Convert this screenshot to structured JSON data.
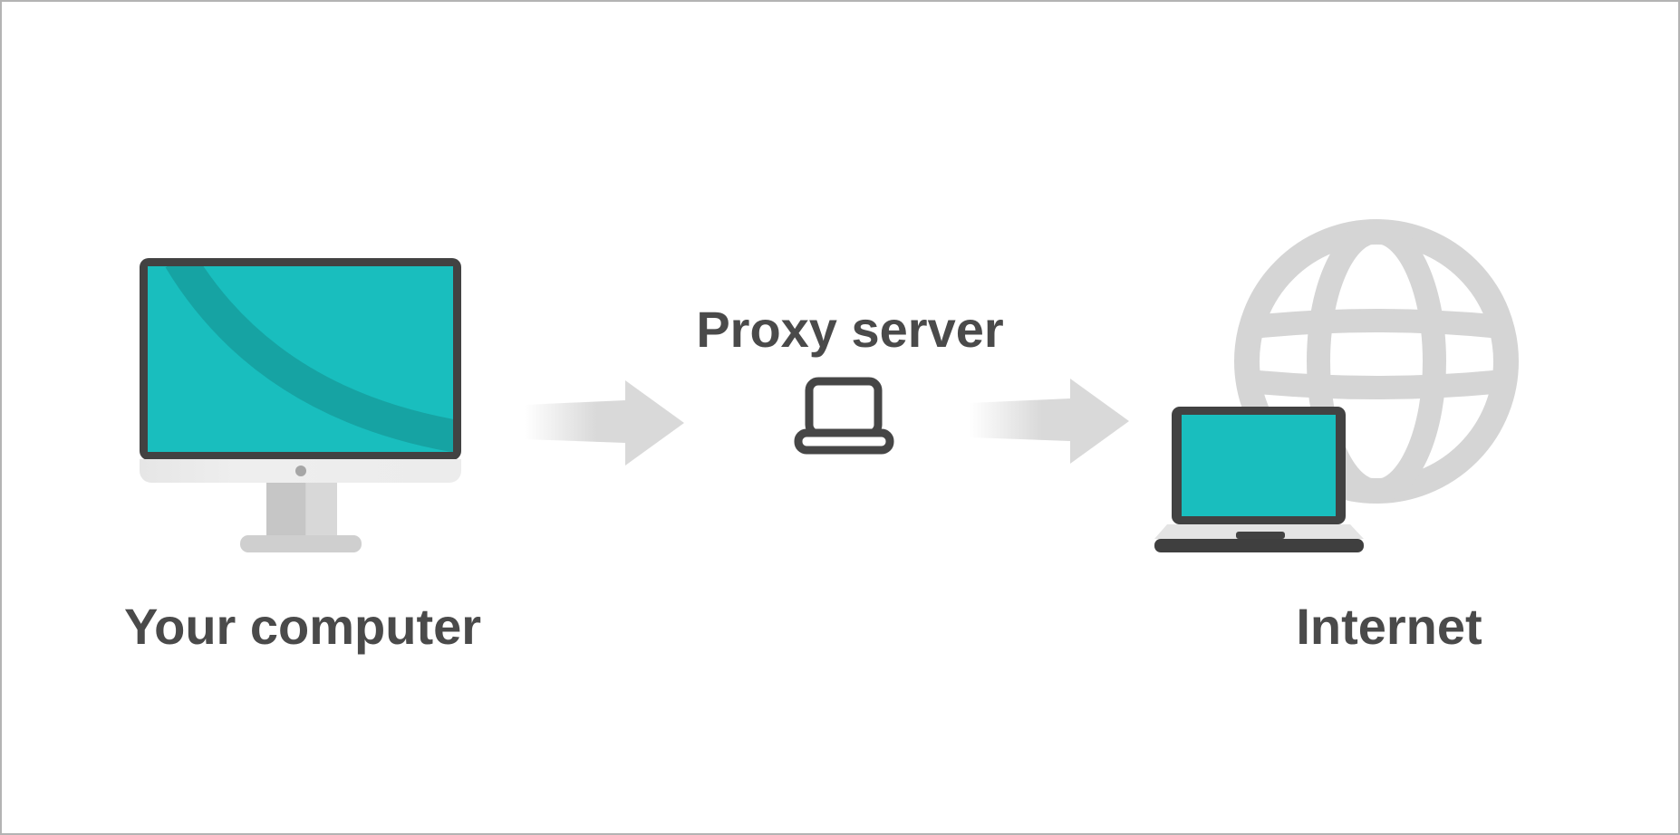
{
  "canvas": {
    "background": "#ffffff",
    "border_color": "#b3b3b3"
  },
  "diagram": {
    "type": "flow",
    "nodes": [
      {
        "id": "your-computer",
        "label": "Your computer",
        "icon": "desktop-computer-icon"
      },
      {
        "id": "proxy-server",
        "label": "Proxy server",
        "icon": "laptop-outline-icon"
      },
      {
        "id": "internet",
        "label": "Internet",
        "icon": "globe-with-laptop-icon"
      }
    ],
    "connections": [
      {
        "from": "your-computer",
        "to": "proxy-server",
        "style": "right-arrow"
      },
      {
        "from": "proxy-server",
        "to": "internet",
        "style": "right-arrow"
      }
    ],
    "colors": {
      "accent_teal": "#19bebe",
      "accent_teal_dark": "#16a3a3",
      "device_dark": "#424242",
      "device_chin_light": "#ededed",
      "stand_gray": "#cccccc",
      "globe_gray": "#d5d5d5",
      "arrow_gray": "#d9d9d9",
      "label_text": "#4a4a4a"
    }
  }
}
